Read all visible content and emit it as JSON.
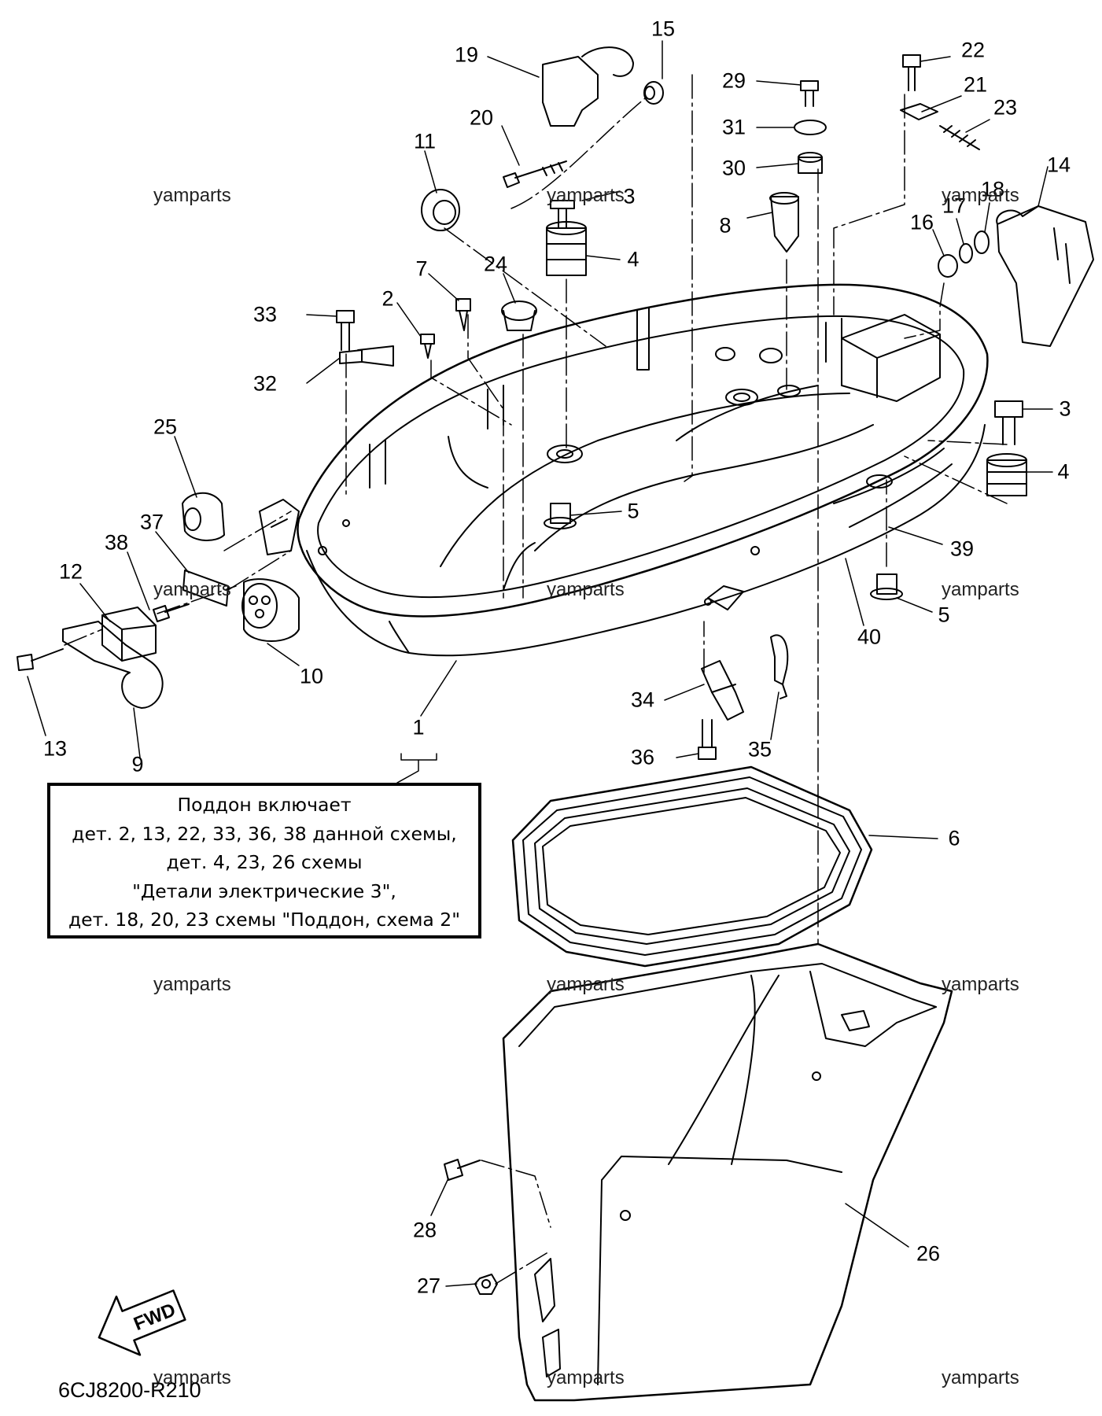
{
  "callouts": [
    "1",
    "2",
    "3",
    "3",
    "4",
    "4",
    "5",
    "5",
    "6",
    "7",
    "8",
    "9",
    "10",
    "11",
    "12",
    "13",
    "14",
    "15",
    "16",
    "17",
    "18",
    "19",
    "20",
    "21",
    "22",
    "23",
    "24",
    "25",
    "26",
    "27",
    "28",
    "29",
    "30",
    "31",
    "32",
    "33",
    "34",
    "35",
    "36",
    "37",
    "38",
    "39",
    "40"
  ],
  "watermark": "yamparts",
  "note": {
    "lines": [
      "Поддон включает",
      "дет. 2, 13, 22, 33, 36, 38 данной схемы,",
      "дет. 4, 23, 26 схемы",
      "\"Детали электрические 3\",",
      "дет. 18, 20, 23 схемы \"Поддон, схема 2\""
    ]
  },
  "fwd_label": "FWD",
  "diagram_code": "6CJ8200-R210"
}
